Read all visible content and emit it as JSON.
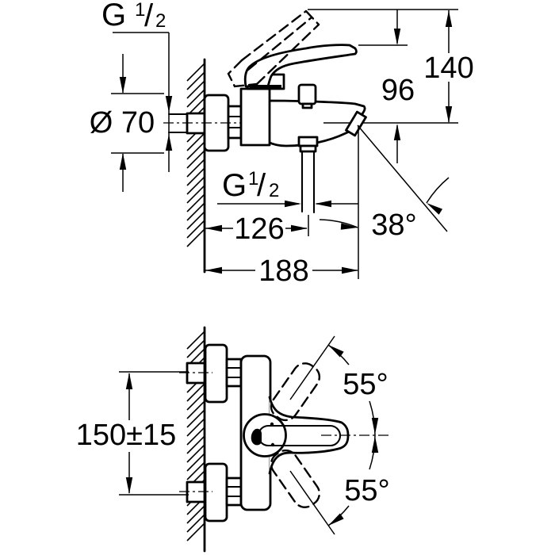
{
  "page": {
    "background": "#ffffff",
    "line_color": "#000000",
    "description": "Technical dimensional drawing of wall-mounted single-lever bath mixer, side view and front view"
  },
  "views": {
    "side": "side-view",
    "front": "front-view"
  },
  "dimensions": {
    "inlet_thread": {
      "prefix": "G",
      "numerator": "1",
      "slash": "/",
      "denominator": "2"
    },
    "shower_thread": {
      "prefix": "G",
      "numerator": "1",
      "slash": "/",
      "denominator": "2"
    },
    "escutcheon_diameter": "Ø 70",
    "spout_to_handle_height": "96",
    "total_height": "140",
    "wall_to_shower_outlet": "126",
    "wall_to_spout_tip": "188",
    "spout_angle": "38°",
    "inlet_spacing": "150±15",
    "handle_arc_upper": "55°",
    "handle_arc_lower": "55°"
  }
}
